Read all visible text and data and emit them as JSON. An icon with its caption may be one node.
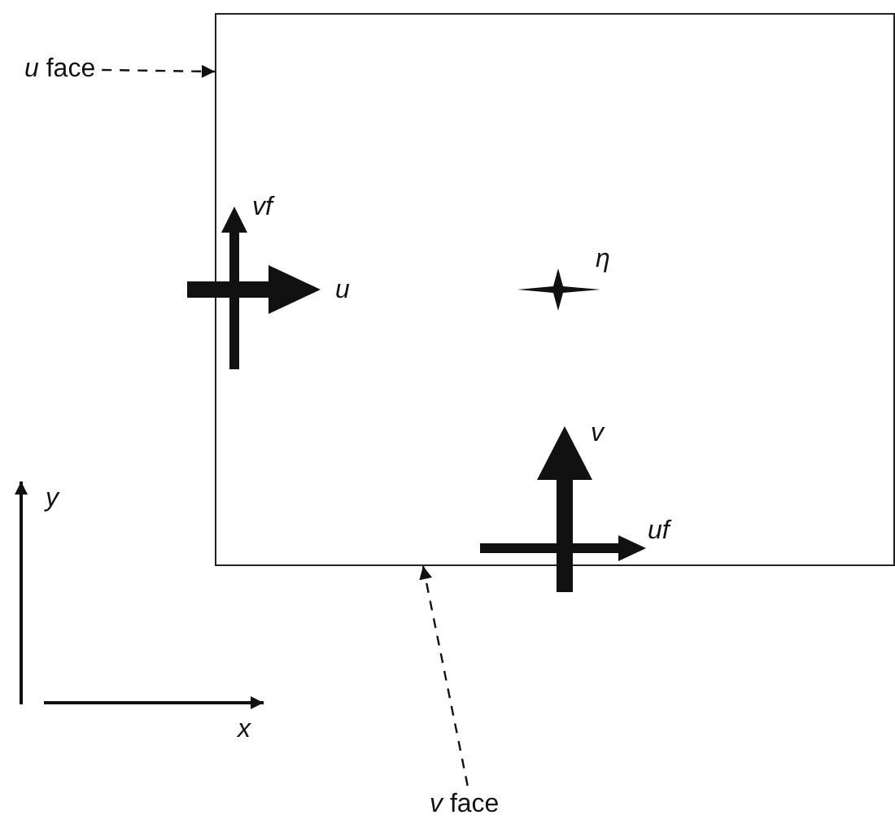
{
  "diagram": {
    "nodes": [
      {
        "text": [
          "*u* face"
        ]
      },
      {
        "text": [],
        "shape": "box"
      },
      {
        "text": [
          "*v* face"
        ]
      }
    ],
    "edges": [
      {
        "from": 0,
        "to": 1,
        "arrow": "to",
        "style": "dashed"
      },
      {
        "from": 2,
        "to": 1,
        "arrow": "to",
        "style": "dashed"
      }
    ],
    "labels": [
      "vf",
      "u",
      "η",
      "v",
      "uf",
      "y",
      "x"
    ]
  }
}
